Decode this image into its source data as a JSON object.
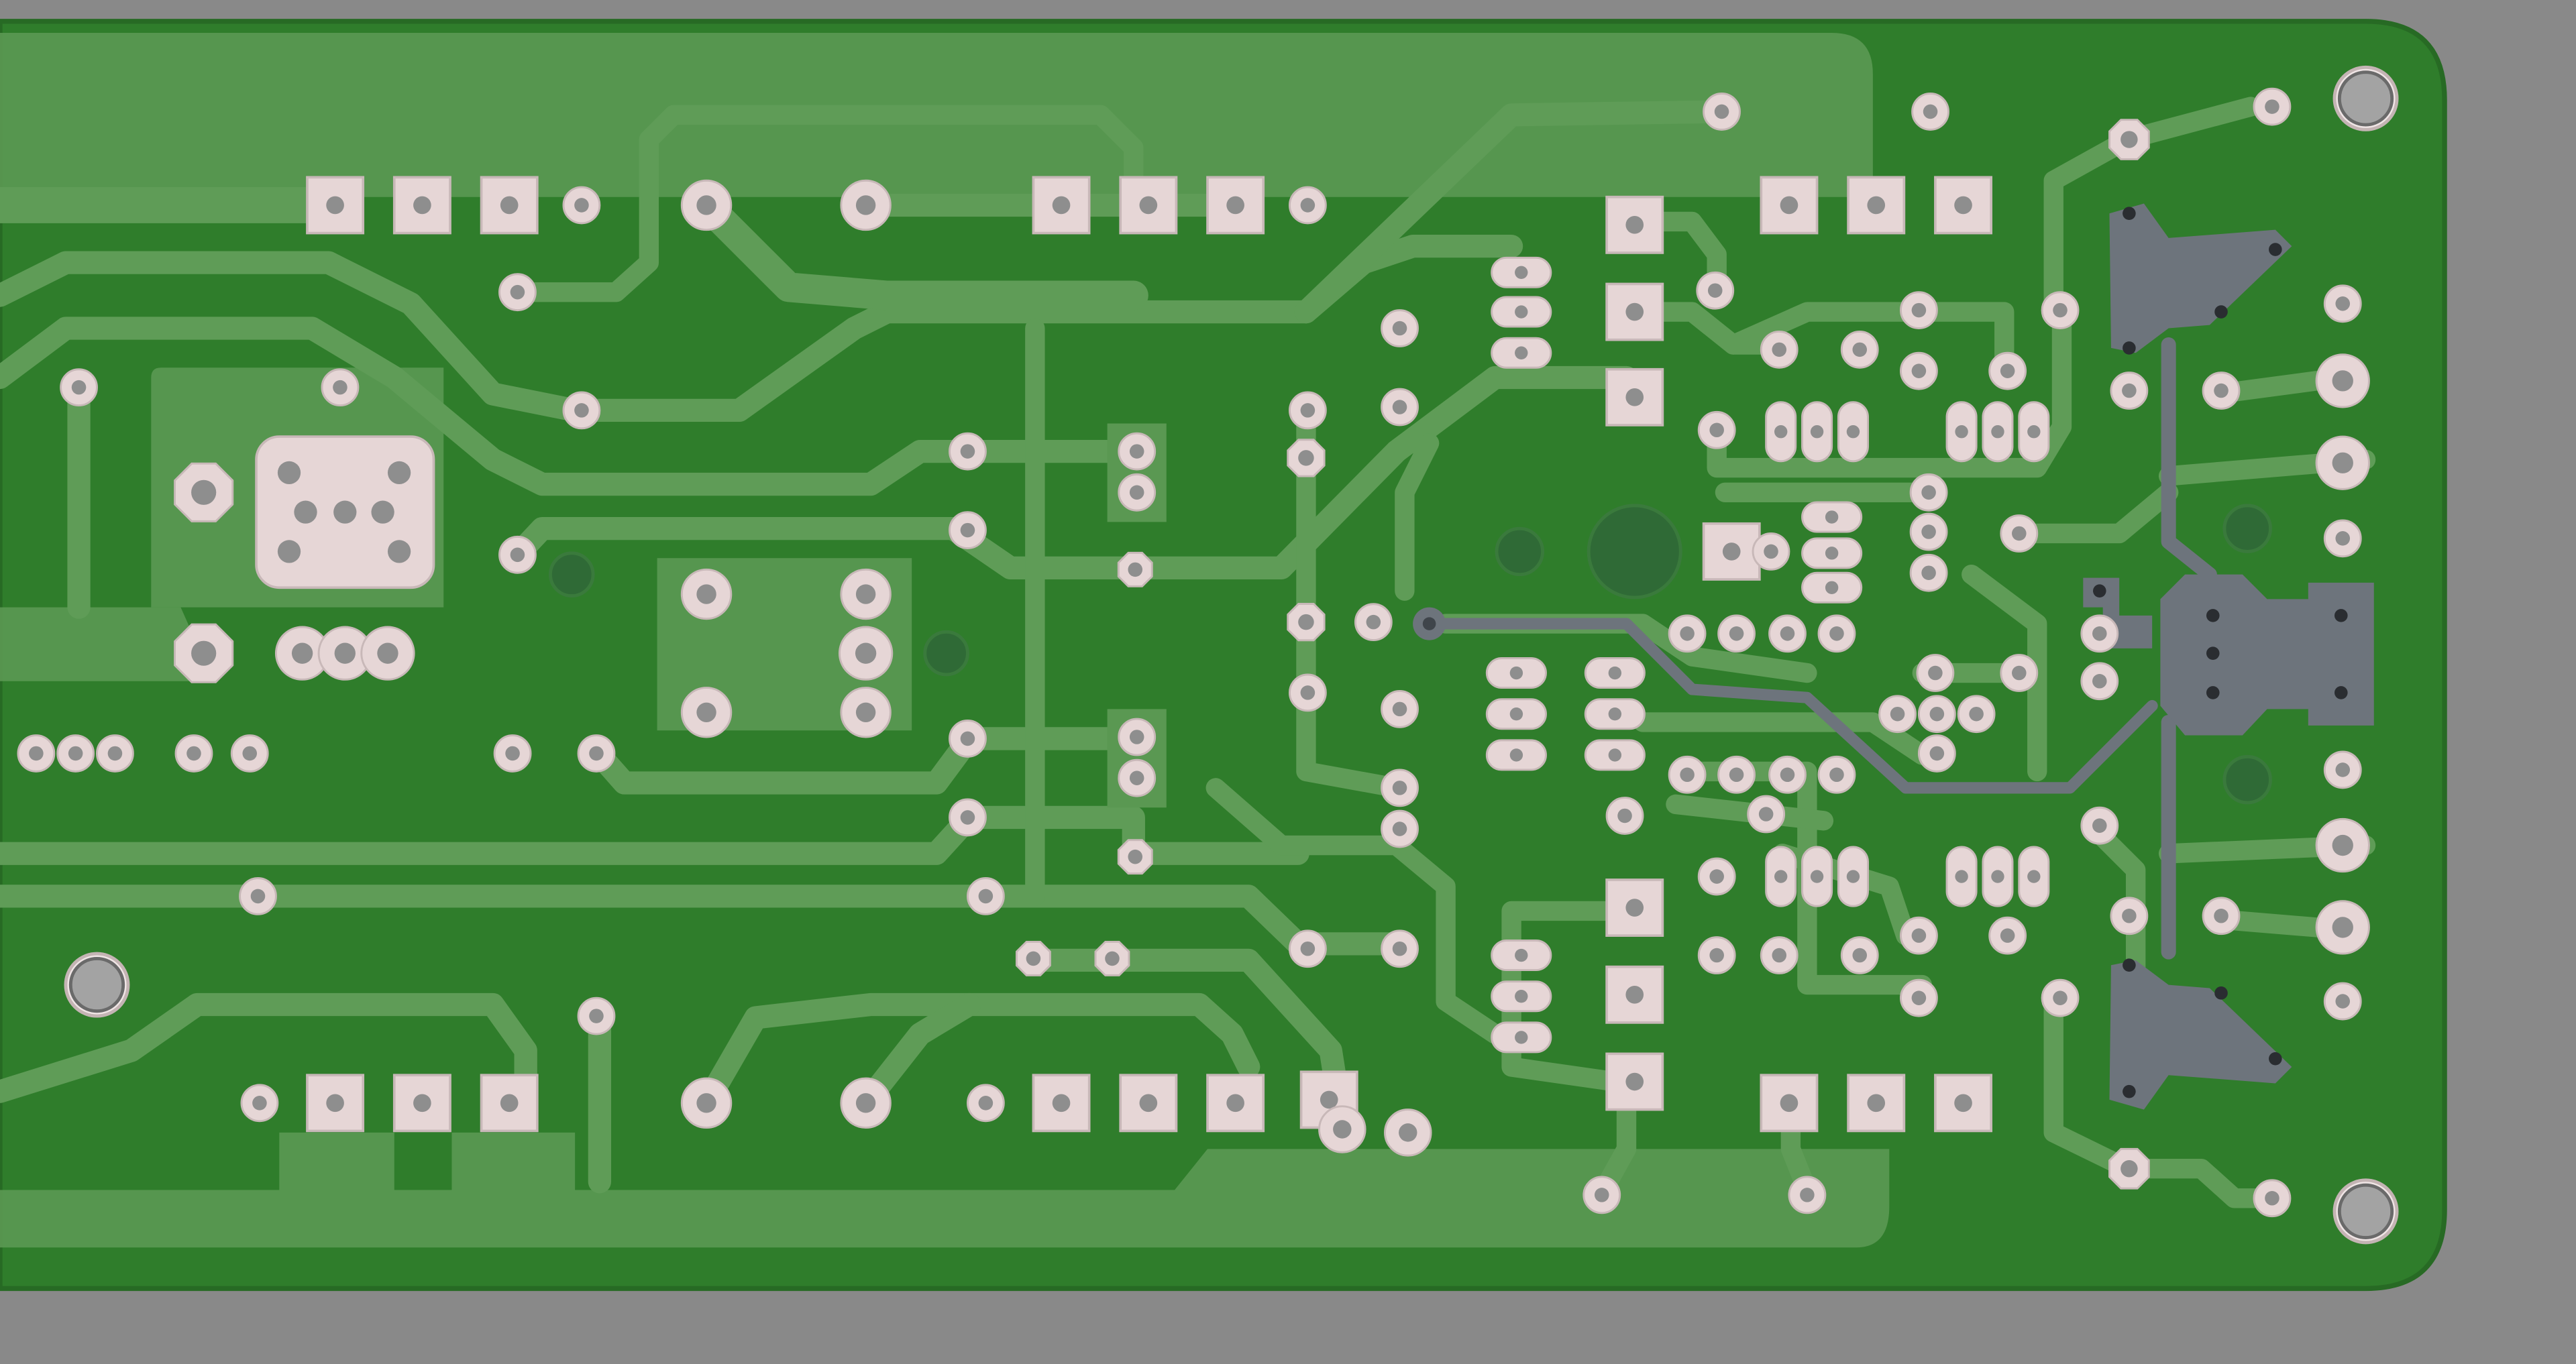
{
  "viewer": {
    "colors": {
      "background": "#898989",
      "board": "#2f7d2b",
      "board_edge": "#276a24",
      "copper_trace": "#5f9c57",
      "copper_fill": "#5a9852",
      "pad": "#e6d6d6",
      "pad_outline": "#c8b8b8",
      "drill": "#8e8e8e",
      "back_copper": "#6d747c",
      "via": "#2f6a36",
      "mounting_hole": "#a3a3a3"
    },
    "visible_layers": [
      "front-copper",
      "back-copper",
      "pads",
      "vias",
      "board-outline"
    ]
  }
}
